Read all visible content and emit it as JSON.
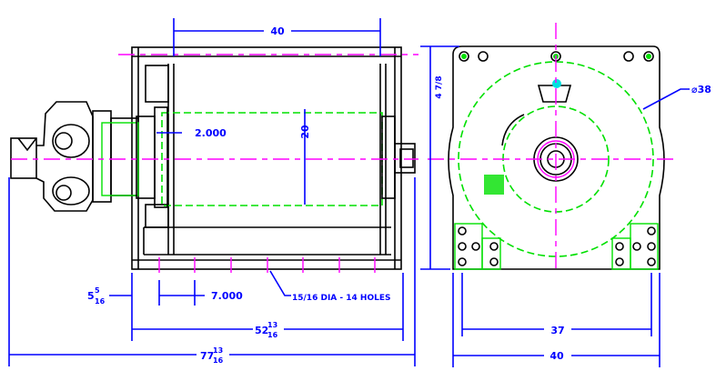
{
  "drawing": {
    "title": "Hydraulic winch general arrangement",
    "colors": {
      "dimension": "#0000ff",
      "outline": "#000000",
      "hidden": "#00e000",
      "centerline": "#ff00ff"
    },
    "dimensions": {
      "drum_length": "40",
      "flange_offset": "2.000",
      "drum_diameter": "20",
      "left_offset_whole": "5",
      "left_offset_num": "5",
      "left_offset_den": "16",
      "hole_spacing": "7.000",
      "holes_note": "15/16 DIA - 14 HOLES",
      "frame_length_whole": "52",
      "frame_length_num": "13",
      "frame_length_den": "16",
      "overall_length_whole": "77",
      "overall_length_num": "13",
      "overall_length_den": "16",
      "end_height": "4 7/8",
      "flange_dia": "⌀38",
      "bolt_span": "37",
      "base_width": "40"
    }
  }
}
